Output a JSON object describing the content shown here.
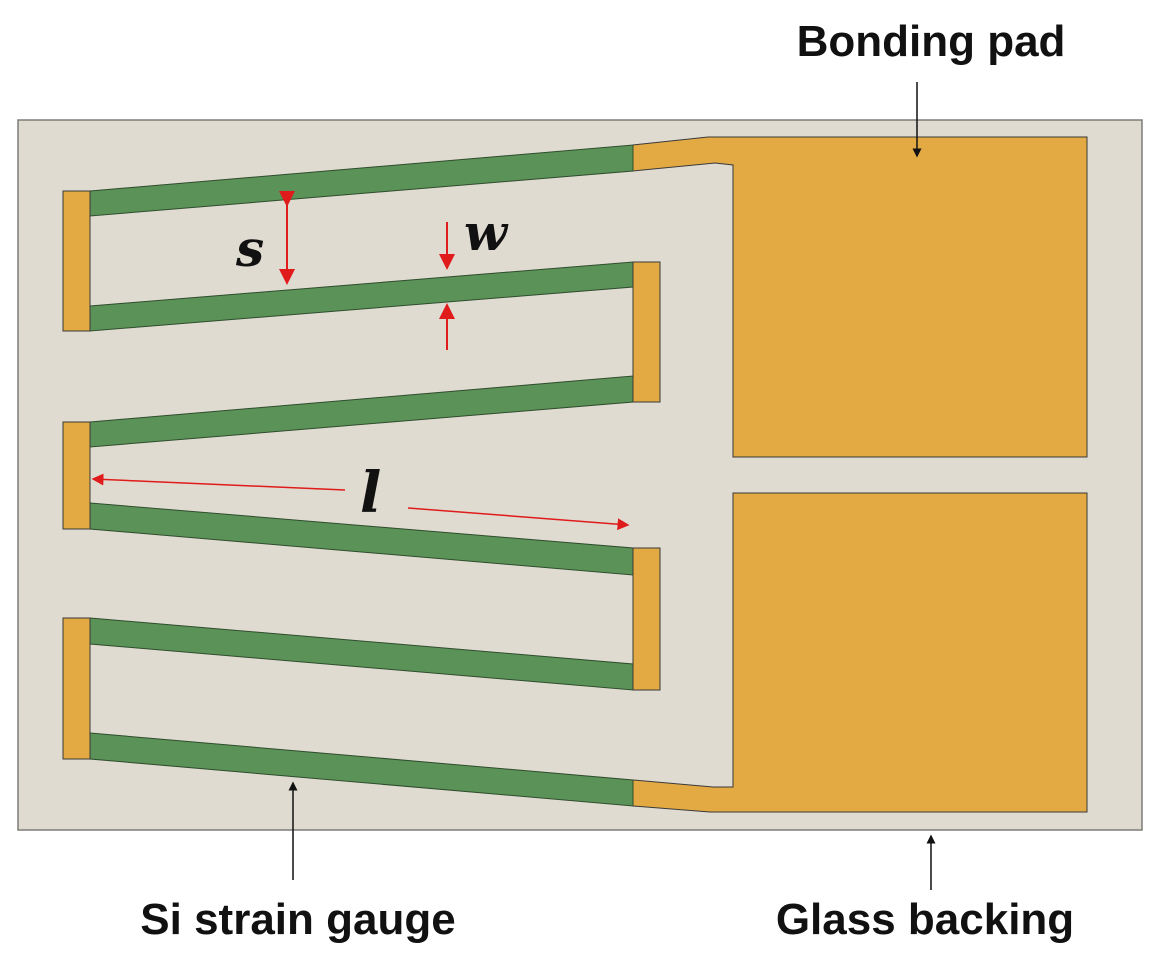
{
  "labels": {
    "bonding_pad": "Bonding pad",
    "si_strain_gauge": "Si strain gauge",
    "glass_backing": "Glass backing"
  },
  "dimensions": {
    "spacing": "s",
    "width": "w",
    "length": "l"
  },
  "colors": {
    "glass_backing": "#e0dbd0",
    "glass_border": "#7d7b76",
    "si_gauge": "#5a9257",
    "metal_pad": "#e3a943",
    "dimension_arrow": "#e01b1b",
    "callout_arrow": "#111111"
  }
}
